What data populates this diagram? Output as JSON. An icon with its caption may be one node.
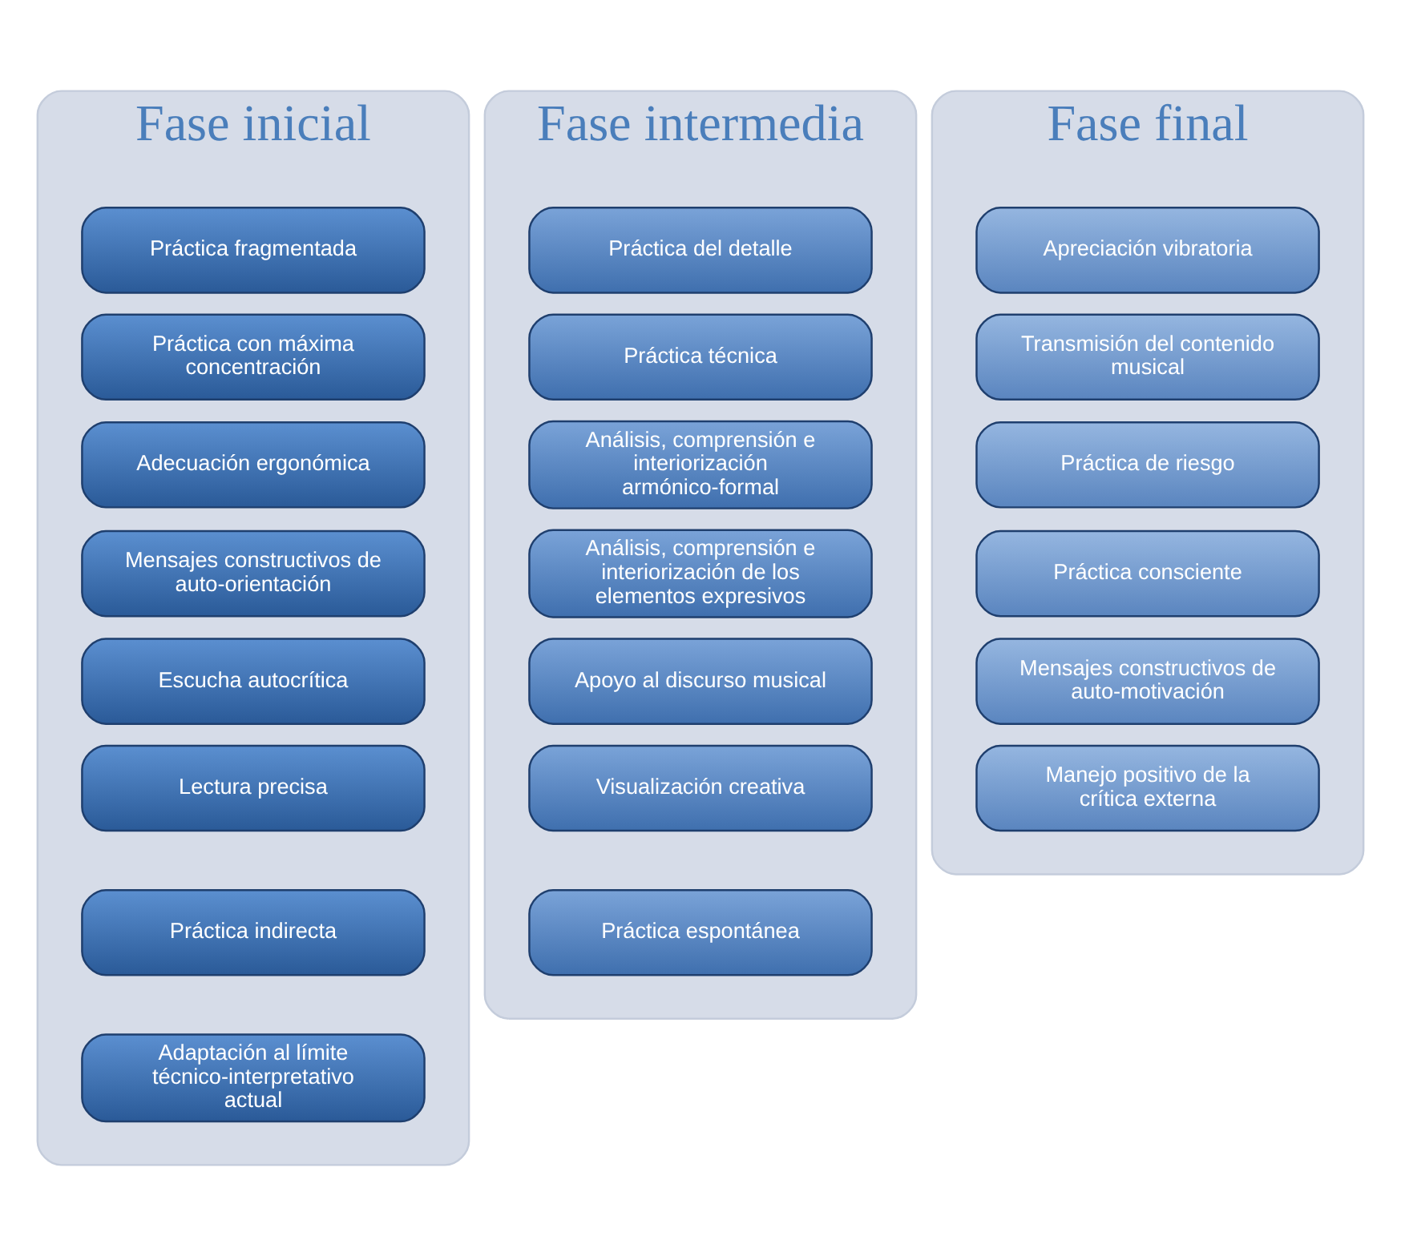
{
  "diagram": {
    "nodes": [
      {
        "text": [
          "Fase inicial"
        ]
      },
      {
        "text": [
          "Práctica fragmentada"
        ],
        "in": 0
      },
      {
        "text": [
          "Práctica con máxima concentración"
        ],
        "in": 0
      },
      {
        "text": [
          "Adecuación ergonómica"
        ],
        "in": 0
      },
      {
        "text": [
          "Mensajes constructivos de auto-orientación"
        ],
        "in": 0
      },
      {
        "text": [
          "Escucha autocrítica"
        ],
        "in": 0
      },
      {
        "text": [
          "Lectura precisa"
        ],
        "in": 0
      },
      {
        "text": [
          "Práctica indirecta"
        ],
        "in": 0
      },
      {
        "text": [
          "Adaptación al límite técnico-interpretativo actual"
        ],
        "in": 0
      },
      {
        "text": [
          "Fase intermedia"
        ]
      },
      {
        "text": [
          "Práctica del detalle"
        ],
        "in": 9
      },
      {
        "text": [
          "Práctica técnica"
        ],
        "in": 9
      },
      {
        "text": [
          "Análisis, comprensión e interiorización armónico-formal"
        ],
        "in": 9
      },
      {
        "text": [
          "Análisis, comprensión e interiorización de los elementos expresivos"
        ],
        "in": 9
      },
      {
        "text": [
          "Apoyo al discurso musical"
        ],
        "in": 9
      },
      {
        "text": [
          "Visualización creativa"
        ],
        "in": 9
      },
      {
        "text": [
          "Práctica espontánea"
        ],
        "in": 9
      },
      {
        "text": [
          "Fase final"
        ]
      },
      {
        "text": [
          "Apreciación vibratoria"
        ],
        "in": 17
      },
      {
        "text": [
          "Transmisión del contenido musical"
        ],
        "in": 17
      },
      {
        "text": [
          "Práctica de riesgo"
        ],
        "in": 17
      },
      {
        "text": [
          "Práctica consciente"
        ],
        "in": 17
      },
      {
        "text": [
          "Mensajes constructivos de auto-motivación"
        ],
        "in": 17
      },
      {
        "text": [
          "Manejo positivo de la crítica externa"
        ],
        "in": 17
      }
    ],
    "edges": []
  }
}
